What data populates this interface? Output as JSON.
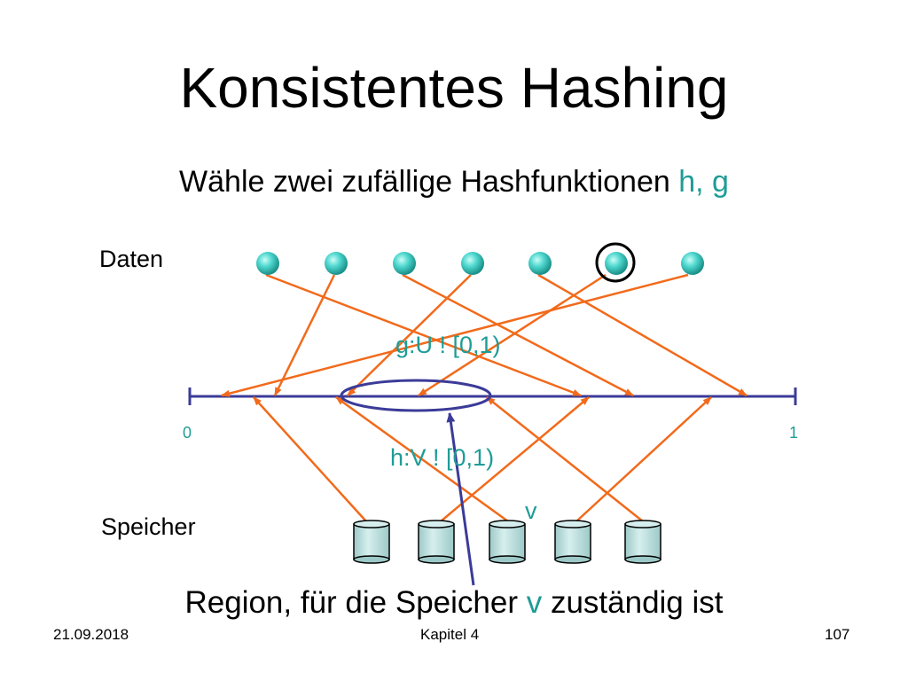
{
  "slide": {
    "title": "Konsistentes Hashing",
    "subtitle_prefix": "Wähle zwei zufällige Hashfunktionen ",
    "subtitle_highlight": "h, g",
    "caption_prefix": "Region, für die Speicher ",
    "caption_highlight": "v",
    "caption_suffix": " zuständig ist"
  },
  "diagram": {
    "data_label": "Daten",
    "storage_label": "Speicher",
    "g_label": "g:U ! [0,1)",
    "h_label": "h:V ! [0,1)",
    "axis_start": "0",
    "axis_end": "1",
    "v_label": "v",
    "data_item_count": 7,
    "storage_item_count": 5,
    "highlighted_data_item": 6,
    "highlighted_storage_item": 3
  },
  "colors": {
    "arrow": "#f26a1b",
    "axis": "#3b3b98",
    "teal_text": "#1f9c96",
    "ball": "#4fd8cf",
    "cylinder": "#b9dedd"
  },
  "footer": {
    "date": "21.09.2018",
    "chapter": "Kapitel 4",
    "page": "107"
  }
}
